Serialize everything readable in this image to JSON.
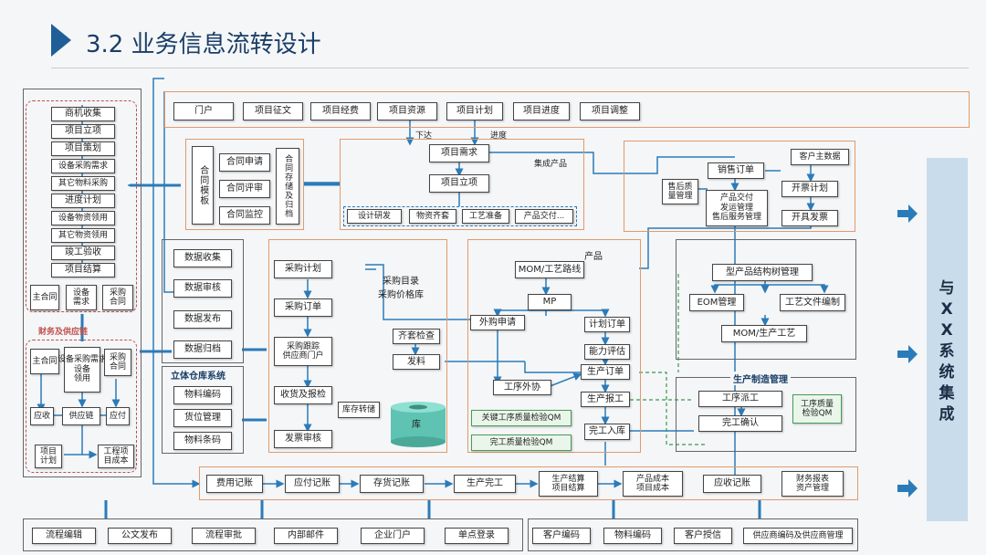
{
  "title": "3.2 业务信息流转设计",
  "top_bar": [
    "门户",
    "项目征文",
    "项目经费",
    "项目资源",
    "项目计划",
    "项目进度",
    "项目调整"
  ],
  "left_list": [
    "商机收集",
    "项目立项",
    "项目策划",
    "设备采购需求",
    "其它物料采购",
    "进度计划",
    "设备物资领用",
    "其它物资领用",
    "竣工验收",
    "项目结算"
  ],
  "left_row1": [
    "主合同",
    "设备\n需求",
    "采购\n合同"
  ],
  "finance_label": "财务及供应链",
  "left_row2": [
    "主合同",
    "设备采购需求\n设备\n领用",
    "采购\n合同"
  ],
  "left_row3": [
    "应收",
    "供应链",
    "应付"
  ],
  "left_row4": [
    "项目\n计划",
    "工程项\n目成本"
  ],
  "contract": {
    "template": "合同模板",
    "apply": "合同申请",
    "review": "合同评审",
    "monitor": "合同监控",
    "storage": "合同存储及归档"
  },
  "project": {
    "demand": "项目需求",
    "setup": "项目立项",
    "integrated": "集成产品",
    "issue": "下达",
    "progress": "进度",
    "subs": [
      "设计研发",
      "物资齐套",
      "工艺准备",
      "产品交付..."
    ]
  },
  "sales": {
    "customer": "客户主数据",
    "order": "销售订单",
    "quality": "售后质\n量管理",
    "delivery": "产品交付\n发运管理\n售后服务管理",
    "invoice_plan": "开票计划",
    "invoice": "开具发票"
  },
  "data_mgmt": [
    "数据收集",
    "数据审核",
    "数据发布",
    "数据归档"
  ],
  "warehouse": {
    "title": "立体仓库系统",
    "items": [
      "物料编码",
      "货位管理",
      "物料条码"
    ]
  },
  "purchase": [
    "采购计划",
    "采购订单",
    "采购跟踪\n供应商门户",
    "收货及报检",
    "发票审核"
  ],
  "purchase_catalog": "采购目录\n采购价格库",
  "stock_transfer": "库存转储",
  "warehouse_label": "库",
  "mom": {
    "product": "产品",
    "route": "MOM/工艺路线",
    "mp": "MP",
    "outsource_apply": "外购申请",
    "plan_order": "计划订单",
    "capacity": "能力评估",
    "kit_check": "齐套检查",
    "material_out": "发料",
    "prod_order": "生产订单",
    "outsource_proc": "工序外协",
    "prod_report": "生产报工",
    "key_qc": "关键工序质量检验QM",
    "final_qc": "完工质量检验QM",
    "finish_in": "完工入库"
  },
  "plm": [
    "型产品结构树管理",
    "EOM管理",
    "工艺文件编制",
    "MOM/生产工艺"
  ],
  "mfg": {
    "title": "生产制造管理",
    "dispatch": "工序派工",
    "confirm": "完工确认",
    "proc_qc": "工序质量\n检验QM"
  },
  "integration": "与XX系统集成",
  "finance_row": [
    "费用记账",
    "应付记账",
    "存货记账",
    "生产完工",
    "生产结算\n项目结算",
    "产品成本\n项目成本",
    "应收记账",
    "财务报表\n资产管理"
  ],
  "bottom_left": [
    "流程编辑",
    "公文发布",
    "流程审批",
    "内部邮件",
    "企业门户",
    "单点登录"
  ],
  "bottom_right": [
    "客户编码",
    "物料编码",
    "客户授信",
    "供应商编码及供应商管理"
  ],
  "colors": {
    "accent": "#2e6da4",
    "arrow": "#2b7bb9",
    "orange": "#e29a6a",
    "title_mark": "#1f5e96"
  }
}
